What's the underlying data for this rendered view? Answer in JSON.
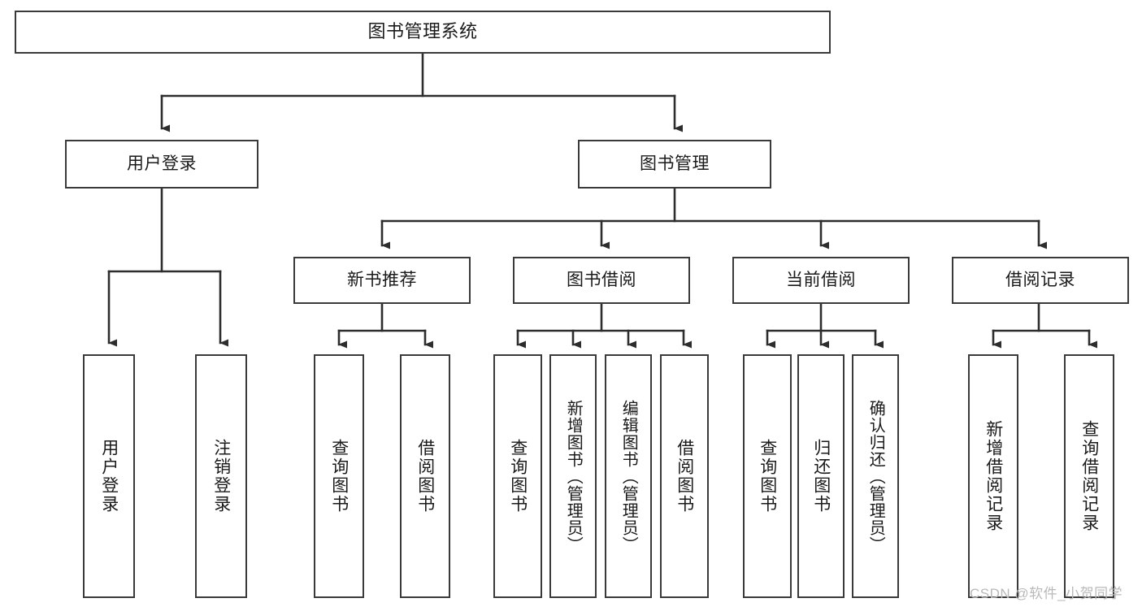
{
  "diagram": {
    "type": "tree-hierarchy",
    "title": "图书管理系统",
    "orientation": "top-down",
    "levels": 4,
    "nodes": {
      "root": {
        "label": "图书管理系统"
      },
      "level2": [
        {
          "label": "用户登录"
        },
        {
          "label": "图书管理"
        }
      ],
      "level3": [
        {
          "label": "新书推荐"
        },
        {
          "label": "图书借阅"
        },
        {
          "label": "当前借阅"
        },
        {
          "label": "借阅记录"
        }
      ],
      "leaves_user_login": [
        {
          "label": "用户登录"
        },
        {
          "label": "注销登录"
        }
      ],
      "leaves_new_book": [
        {
          "label": "查询图书"
        },
        {
          "label": "借阅图书"
        }
      ],
      "leaves_borrow": [
        {
          "label": "查询图书"
        },
        {
          "label": "新增图书（管理员）"
        },
        {
          "label": "编辑图书（管理员）"
        },
        {
          "label": "借阅图书"
        }
      ],
      "leaves_current": [
        {
          "label": "查询图书"
        },
        {
          "label": "归还图书"
        },
        {
          "label": "确认归还（管理员）"
        }
      ],
      "leaves_records": [
        {
          "label": "新增借阅记录"
        },
        {
          "label": "查询借阅记录"
        }
      ]
    },
    "colors": {
      "box_border": "#3a3a3a",
      "box_fill": "#ffffff",
      "connector": "#2d2d2d",
      "text": "#1a1a1a",
      "watermark": "#b9b9b9"
    }
  },
  "watermark": {
    "text": "CSDN @软件_小贺同学"
  }
}
